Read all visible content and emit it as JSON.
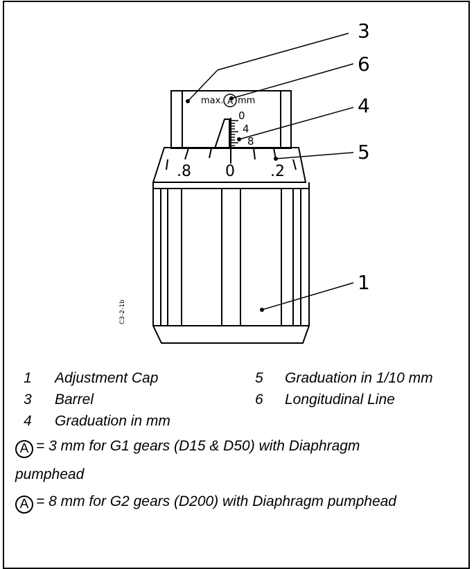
{
  "figure": {
    "callouts": [
      "3",
      "6",
      "4",
      "5",
      "1"
    ],
    "scale_major": [
      ".8",
      "0",
      ".2"
    ],
    "scale_minor": [
      "0",
      "4",
      "8"
    ],
    "cap_label": "max.",
    "cap_unit": "mm",
    "circle_letter": "A",
    "figure_code": "C3-2-1b"
  },
  "legend": [
    {
      "num": "1",
      "label": "Adjustment Cap"
    },
    {
      "num": "5",
      "label": "Graduation in 1/10 mm"
    },
    {
      "num": "3",
      "label": "Barrel"
    },
    {
      "num": "6",
      "label": "Longitudinal Line"
    },
    {
      "num": "4",
      "label": "Graduation in mm"
    }
  ],
  "notes": [
    {
      "letter": "A",
      "line1": "= 3 mm for G1 gears (D15 & D50) with Diaphragm",
      "line2": "pumphead"
    },
    {
      "letter": "A",
      "line1": "= 8 mm for G2 gears (D200) with Diaphragm pumphead"
    }
  ]
}
